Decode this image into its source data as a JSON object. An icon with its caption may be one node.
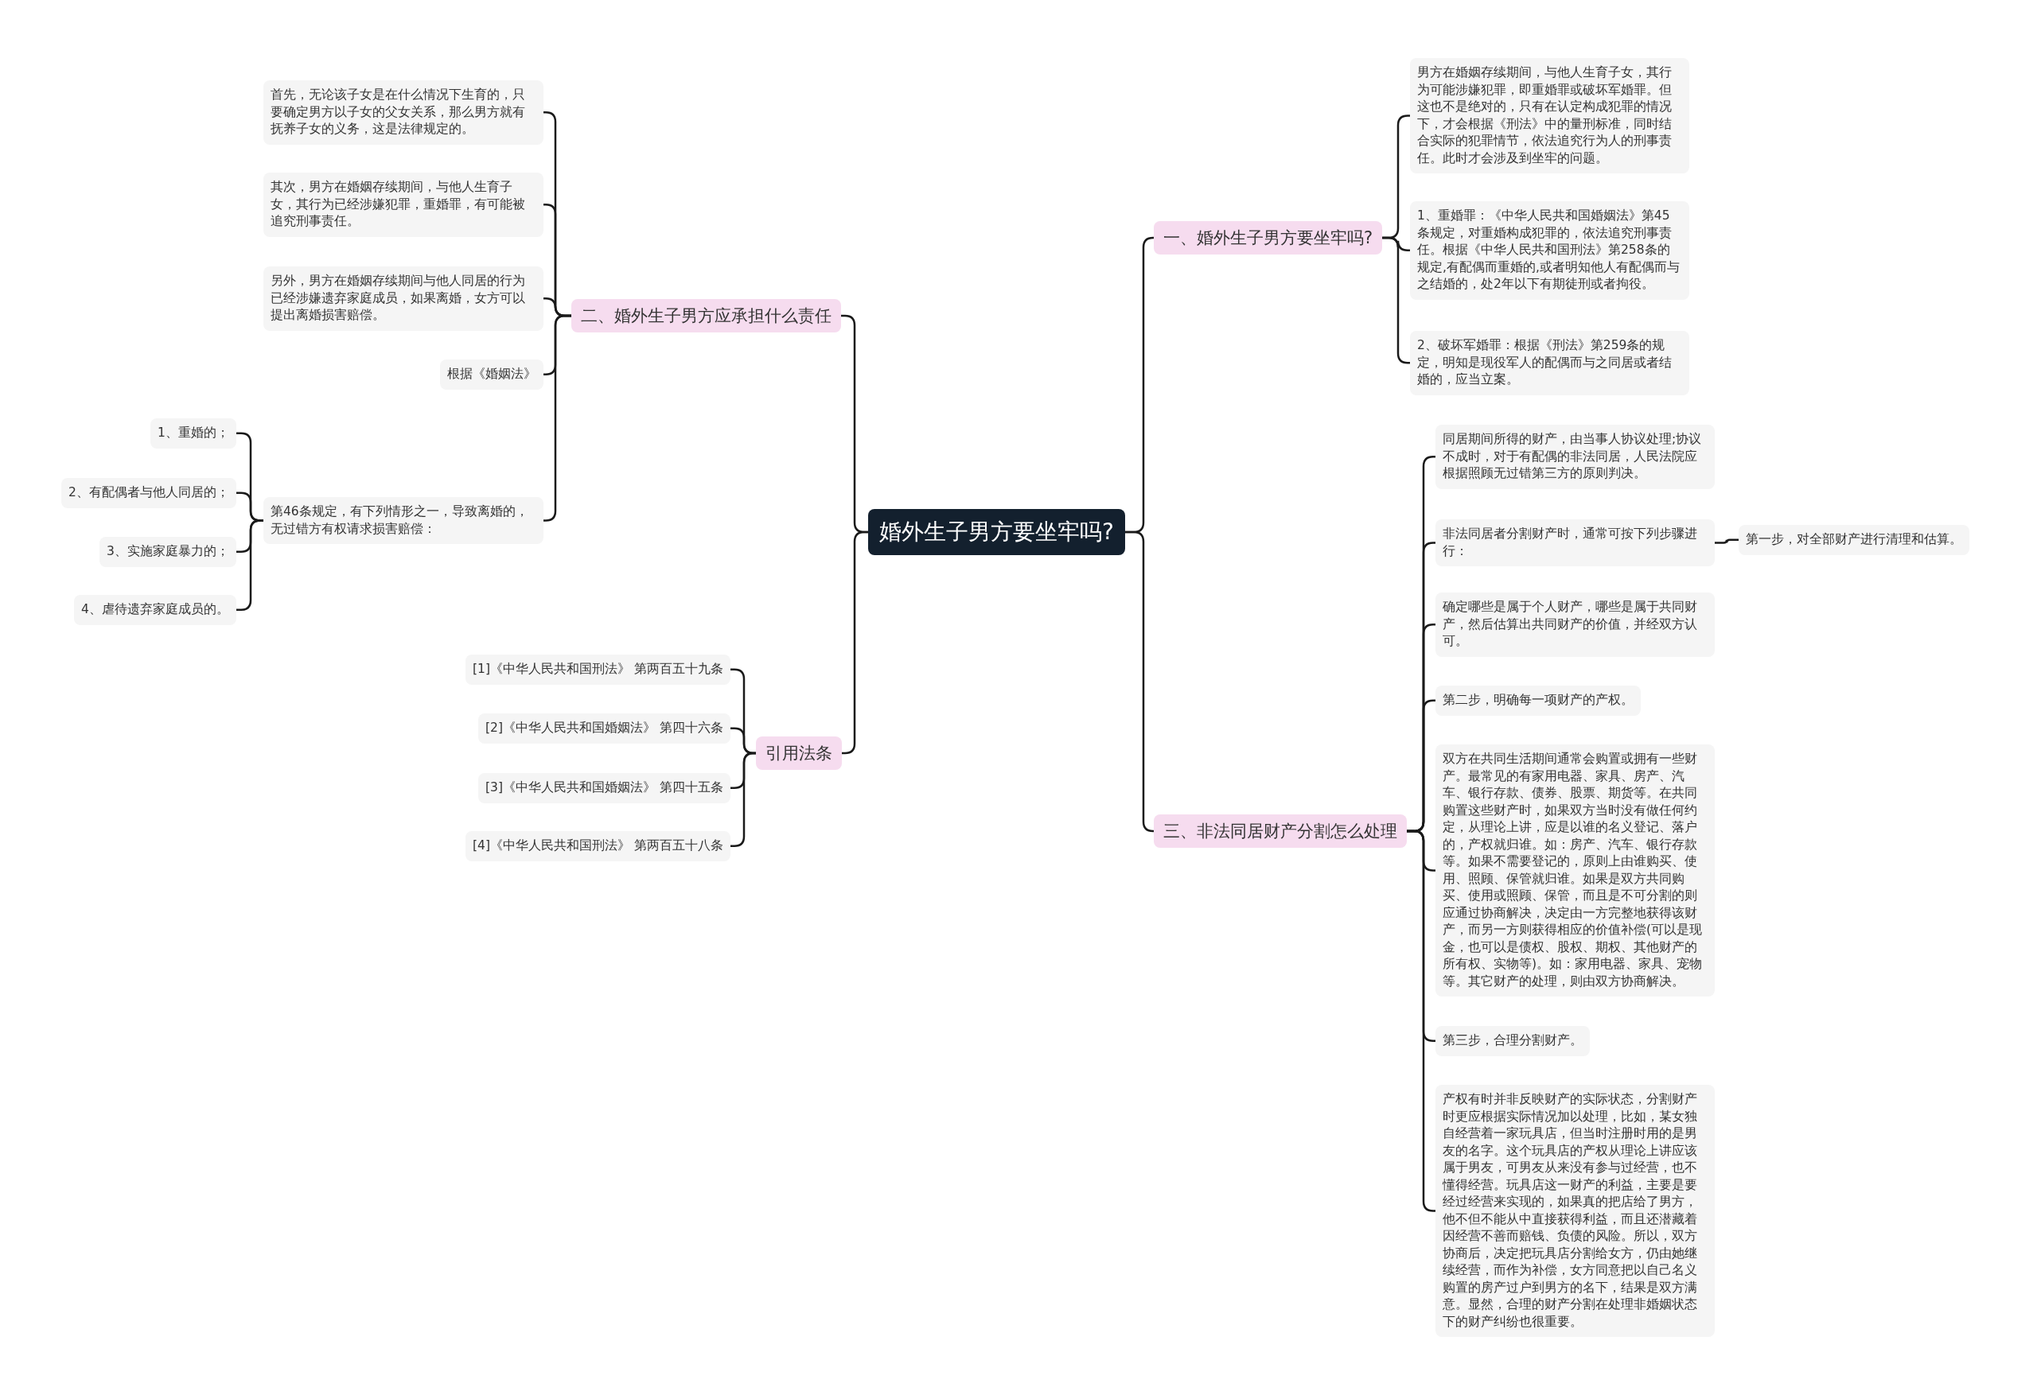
{
  "diagram": {
    "nodes": [
      {
        "text": [
          "婚外生子男方要坐牢吗?"
        ]
      },
      {
        "text": [
          "一、婚外生子男方要坐牢吗?"
        ]
      },
      {
        "text": [
          "男方在婚姻存续期间，与他人生育子女，其行为可能涉嫌犯罪，即重婚罪或破坏军婚罪。但这也不是绝对的，只有在认定构成犯罪的情况下，才会根据《刑法》中的量刑标准，同时结合实际的犯罪情节，依法追究行为人的刑事责任。此时才会涉及到坐牢的问题。"
        ]
      },
      {
        "text": [
          "1、重婚罪：《中华人民共和国婚姻法》第45条规定，对重婚构成犯罪的，依法追究刑事责任。根据《中华人民共和国刑法》第258条的规定,有配偶而重婚的,或者明知他人有配偶而与之结婚的，处2年以下有期徒刑或者拘役。"
        ]
      },
      {
        "text": [
          "2、破坏军婚罪：根据《刑法》第259条的规定，明知是现役军人的配偶而与之同居或者结婚的，应当立案。"
        ]
      },
      {
        "text": [
          "二、婚外生子男方应承担什么责任"
        ]
      },
      {
        "text": [
          "首先，无论该子女是在什么情况下生育的，只要确定男方以子女的父女关系，那么男方就有抚养子女的义务，这是法律规定的。"
        ]
      },
      {
        "text": [
          "其次，男方在婚姻存续期间，与他人生育子女，其行为已经涉嫌犯罪，重婚罪，有可能被追究刑事责任。"
        ]
      },
      {
        "text": [
          "另外，男方在婚姻存续期间与他人同居的行为已经涉嫌遗弃家庭成员，如果离婚，女方可以提出离婚损害赔偿。"
        ]
      },
      {
        "text": [
          "根据《婚姻法》"
        ]
      },
      {
        "text": [
          "第46条规定，有下列情形之一，导致离婚的，无过错方有权请求损害赔偿："
        ]
      },
      {
        "text": [
          "1、重婚的；"
        ]
      },
      {
        "text": [
          "2、有配偶者与他人同居的；"
        ]
      },
      {
        "text": [
          "3、实施家庭暴力的；"
        ]
      },
      {
        "text": [
          "4、虐待遗弃家庭成员的。"
        ]
      },
      {
        "text": [
          "引用法条"
        ]
      },
      {
        "text": [
          "[1]《中华人民共和国刑法》 第两百五十九条"
        ]
      },
      {
        "text": [
          "[2]《中华人民共和国婚姻法》 第四十六条"
        ]
      },
      {
        "text": [
          "[3]《中华人民共和国婚姻法》 第四十五条"
        ]
      },
      {
        "text": [
          "[4]《中华人民共和国刑法》 第两百五十八条"
        ]
      },
      {
        "text": [
          "三、非法同居财产分割怎么处理"
        ]
      },
      {
        "text": [
          "同居期间所得的财产，由当事人协议处理;协议不成时，对于有配偶的非法同居，人民法院应根据照顾无过错第三方的原则判决。"
        ]
      },
      {
        "text": [
          "非法同居者分割财产时，通常可按下列步骤进行："
        ]
      },
      {
        "text": [
          "第一步，对全部财产进行清理和估算。"
        ]
      },
      {
        "text": [
          "确定哪些是属于个人财产，哪些是属于共同财产，然后估算出共同财产的价值，并经双方认可。"
        ]
      },
      {
        "text": [
          "第二步，明确每一项财产的产权。"
        ]
      },
      {
        "text": [
          "双方在共同生活期间通常会购置或拥有一些财产。最常见的有家用电器、家具、房产、汽车、银行存款、债券、股票、期货等。在共同购置这些财产时，如果双方当时没有做任何约定，从理论上讲，应是以谁的名义登记、落户的，产权就归谁。如：房产、汽车、银行存款等。如果不需要登记的，原则上由谁购买、使用、照顾、保管就归谁。如果是双方共同购买、使用或照顾、保管，而且是不可分割的则应通过协商解决，决定由一方完整地获得该财产，而另一方则获得相应的价值补偿(可以是现金，也可以是债权、股权、期权、其他财产的所有权、实物等)。如：家用电器、家具、宠物等。其它财产的处理，则由双方协商解决。"
        ]
      },
      {
        "text": [
          "第三步，合理分割财产。"
        ]
      },
      {
        "text": [
          "产权有时并非反映财产的实际状态，分割财产时更应根据实际情况加以处理，比如，某女独自经营着一家玩具店，但当时注册时用的是男友的名字。这个玩具店的产权从理论上讲应该属于男友，可男友从来没有参与过经营，也不懂得经营。玩具店这一财产的利益，主要是要经过经营来实现的，如果真的把店给了男方，他不但不能从中直接获得利益，而且还潜藏着因经营不善而赔钱、负债的风险。所以，双方协商后，决定把玩具店分割给女方，仍由她继续经营，而作为补偿，女方同意把以自己名义购置的房产过户到男方的名下，结果是双方满意。显然，合理的财产分割在处理非婚姻状态下的财产纠纷也很重要。"
        ]
      }
    ],
    "edges": [
      {
        "from": 0,
        "to": 1,
        "arrow": "none"
      },
      {
        "from": 1,
        "to": 2,
        "arrow": "none"
      },
      {
        "from": 1,
        "to": 3,
        "arrow": "none"
      },
      {
        "from": 1,
        "to": 4,
        "arrow": "none"
      },
      {
        "from": 0,
        "to": 5,
        "arrow": "none"
      },
      {
        "from": 5,
        "to": 6,
        "arrow": "none"
      },
      {
        "from": 5,
        "to": 7,
        "arrow": "none"
      },
      {
        "from": 5,
        "to": 8,
        "arrow": "none"
      },
      {
        "from": 5,
        "to": 9,
        "arrow": "none"
      },
      {
        "from": 5,
        "to": 10,
        "arrow": "none"
      },
      {
        "from": 10,
        "to": 11,
        "arrow": "none"
      },
      {
        "from": 10,
        "to": 12,
        "arrow": "none"
      },
      {
        "from": 10,
        "to": 13,
        "arrow": "none"
      },
      {
        "from": 10,
        "to": 14,
        "arrow": "none"
      },
      {
        "from": 0,
        "to": 15,
        "arrow": "none"
      },
      {
        "from": 15,
        "to": 16,
        "arrow": "none"
      },
      {
        "from": 15,
        "to": 17,
        "arrow": "none"
      },
      {
        "from": 15,
        "to": 18,
        "arrow": "none"
      },
      {
        "from": 15,
        "to": 19,
        "arrow": "none"
      },
      {
        "from": 0,
        "to": 20,
        "arrow": "none"
      },
      {
        "from": 20,
        "to": 21,
        "arrow": "none"
      },
      {
        "from": 20,
        "to": 22,
        "arrow": "none"
      },
      {
        "from": 22,
        "to": 23,
        "arrow": "none"
      },
      {
        "from": 20,
        "to": 24,
        "arrow": "none"
      },
      {
        "from": 20,
        "to": 25,
        "arrow": "none"
      },
      {
        "from": 20,
        "to": 26,
        "arrow": "none"
      },
      {
        "from": 20,
        "to": 27,
        "arrow": "none"
      },
      {
        "from": 20,
        "to": 28,
        "arrow": "none"
      }
    ]
  }
}
